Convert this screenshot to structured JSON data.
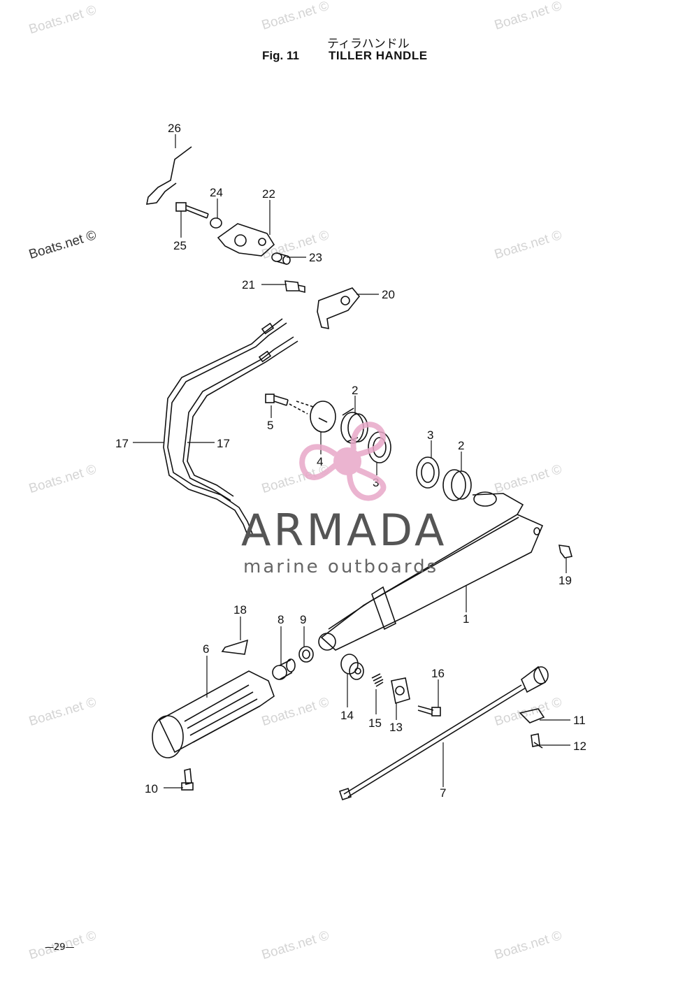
{
  "header": {
    "title_jp": "ティラハンドル",
    "fig_number": "Fig. 11",
    "fig_title": "TILLER HANDLE"
  },
  "page_number": "—29—",
  "watermarks": {
    "boats_net": "Boats.net ©",
    "brand_name": "ARMADA",
    "brand_tagline": "marine outboards",
    "brand_color": "#e8a8c8"
  },
  "callouts": [
    {
      "id": "c26",
      "label": "26"
    },
    {
      "id": "c24",
      "label": "24"
    },
    {
      "id": "c22",
      "label": "22"
    },
    {
      "id": "c25",
      "label": "25"
    },
    {
      "id": "c23",
      "label": "23"
    },
    {
      "id": "c21",
      "label": "21"
    },
    {
      "id": "c20",
      "label": "20"
    },
    {
      "id": "c2a",
      "label": "2"
    },
    {
      "id": "c5",
      "label": "5"
    },
    {
      "id": "c17a",
      "label": "17"
    },
    {
      "id": "c17b",
      "label": "17"
    },
    {
      "id": "c4",
      "label": "4"
    },
    {
      "id": "c3a",
      "label": "3"
    },
    {
      "id": "c3b",
      "label": "3"
    },
    {
      "id": "c2b",
      "label": "2"
    },
    {
      "id": "c19",
      "label": "19"
    },
    {
      "id": "c1",
      "label": "1"
    },
    {
      "id": "c18",
      "label": "18"
    },
    {
      "id": "c8",
      "label": "8"
    },
    {
      "id": "c9",
      "label": "9"
    },
    {
      "id": "c6",
      "label": "6"
    },
    {
      "id": "c16",
      "label": "16"
    },
    {
      "id": "c14",
      "label": "14"
    },
    {
      "id": "c15",
      "label": "15"
    },
    {
      "id": "c13",
      "label": "13"
    },
    {
      "id": "c11",
      "label": "11"
    },
    {
      "id": "c12",
      "label": "12"
    },
    {
      "id": "c10",
      "label": "10"
    },
    {
      "id": "c7",
      "label": "7"
    }
  ]
}
